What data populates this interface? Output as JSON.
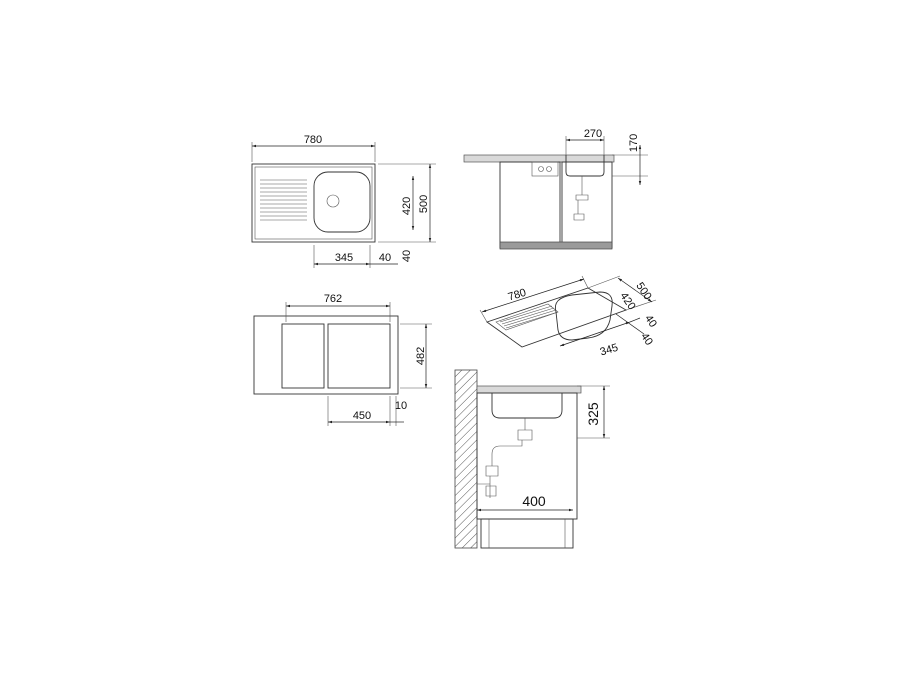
{
  "top_view": {
    "width": "780",
    "depth_inner": "420",
    "depth_outer": "500",
    "bowl_width": "345",
    "rim": "40"
  },
  "side_view": {
    "bowl_width": "270",
    "height": "170"
  },
  "cutout_view": {
    "width": "762",
    "depth": "482",
    "offset": "450",
    "margin": "10"
  },
  "iso_view": {
    "width": "780",
    "depth_outer": "500",
    "depth_inner": "420",
    "rim_a": "40",
    "bowl_width": "345",
    "rim_b": "40"
  },
  "install_view": {
    "height": "325",
    "distance": "400"
  }
}
